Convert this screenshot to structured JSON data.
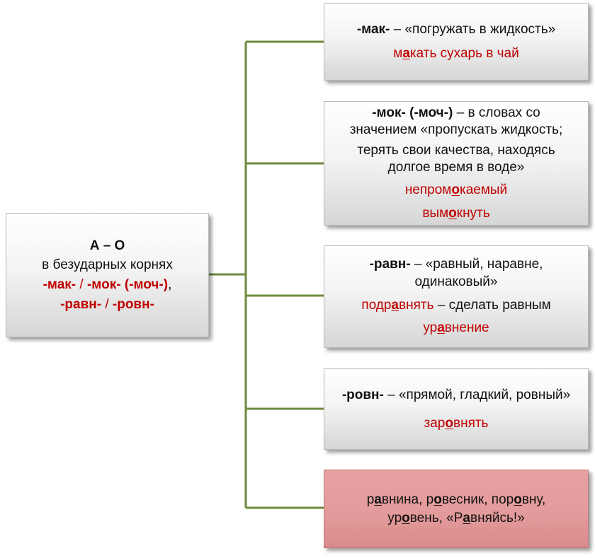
{
  "colors": {
    "connector": "#6e8b3d",
    "accent_red": "#c00000",
    "pink_box": "#e59c9c"
  },
  "main": {
    "title": "А – О",
    "subtitle": "в безударных корнях",
    "roots_line1_a": "-мак-",
    "roots_line1_sep": " / ",
    "roots_line1_b": "-мок- (-моч-)",
    "roots_line1_comma": ",",
    "roots_line2_a": "-равн-",
    "roots_line2_sep": " / ",
    "roots_line2_b": "-ровн-"
  },
  "boxes": {
    "mak": {
      "root": "-мак-",
      "desc": " – «погружать в жидкость»",
      "example": {
        "pre": "м",
        "stress": "а",
        "post": "кать сухарь в чай"
      }
    },
    "mok": {
      "root": "-мок- (-моч-)",
      "desc_l1": " – в словах со",
      "desc_l2": "значением «пропускать жидкость;",
      "desc_l3": "терять свои качества, находясь",
      "desc_l4": "долгое время в воде»",
      "example1": {
        "pre": "непром",
        "stress": "о",
        "post": "каемый"
      },
      "example2": {
        "pre": "вым",
        "stress": "о",
        "post": "кнуть"
      }
    },
    "ravn": {
      "root": "-равн-",
      "desc_l1": " – «равный, наравне,",
      "desc_l2": "одинаковый»",
      "example1": {
        "pre": "подр",
        "stress": "а",
        "post": "внять",
        "rest": " – сделать равным"
      },
      "example2": {
        "pre": "ур",
        "stress": "а",
        "post": "внение"
      }
    },
    "rovn": {
      "root": "-ровн-",
      "desc": " – «прямой, гладкий, ровный»",
      "example": {
        "pre": "зар",
        "stress": "о",
        "post": "внять"
      }
    },
    "exceptions": {
      "w1_pre": "р",
      "w1_s": "а",
      "w1_post": "внина, ",
      "w2_pre": "р",
      "w2_s": "о",
      "w2_post": "весник, ",
      "w3_pre": "пор",
      "w3_s": "о",
      "w3_post": "вну,",
      "w4_pre": "ур",
      "w4_s": "о",
      "w4_post": "вень, «",
      "w5_pre": "Р",
      "w5_s": "а",
      "w5_post": "вняйсь!»"
    }
  }
}
